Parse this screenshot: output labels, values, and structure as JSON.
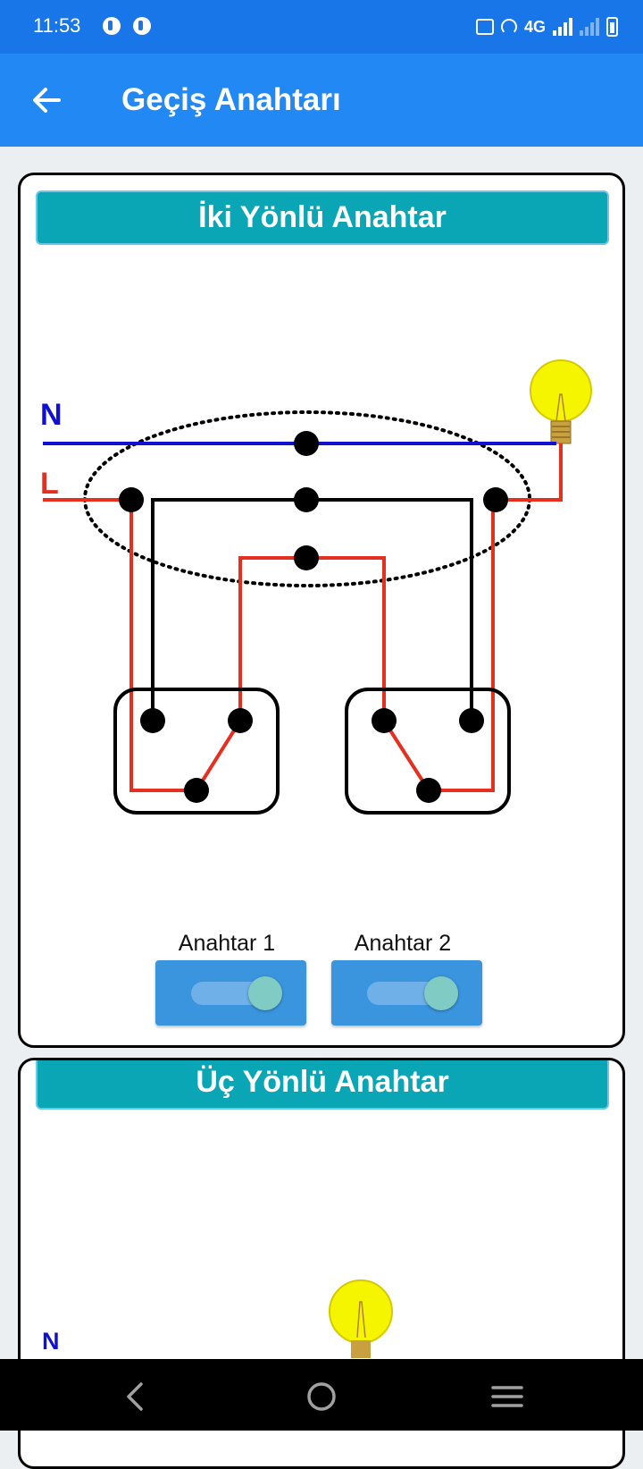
{
  "status": {
    "time": "11:53",
    "network": "4G",
    "icons": [
      "notification-icon",
      "notification-icon",
      "vibrate-icon",
      "hotspot-icon",
      "signal-icon",
      "signal-weak-icon",
      "battery-charging-icon"
    ]
  },
  "appbar": {
    "title": "Geçiş Anahtarı",
    "back_icon": "arrow-left-icon"
  },
  "cards": [
    {
      "title": "İki Yönlü Anahtar",
      "diagram": {
        "neutral_label": "N",
        "line_label": "L",
        "bulb_color": "#f5f500"
      },
      "switches": [
        {
          "label": "Anahtar 1",
          "on": true
        },
        {
          "label": "Anahtar 2",
          "on": true
        }
      ]
    },
    {
      "title": "Üç Yönlü Anahtar",
      "diagram": {
        "neutral_label": "N"
      }
    }
  ],
  "colors": {
    "status_bar": "#1976e8",
    "app_bar": "#2289f4",
    "header": "#0aa6b6",
    "neutral_wire": "#1010d0",
    "line_wire": "#e53020",
    "toggle_button": "#3a95de"
  },
  "navbar": {
    "icons": [
      "back-nav-icon",
      "home-nav-icon",
      "recents-nav-icon"
    ]
  }
}
